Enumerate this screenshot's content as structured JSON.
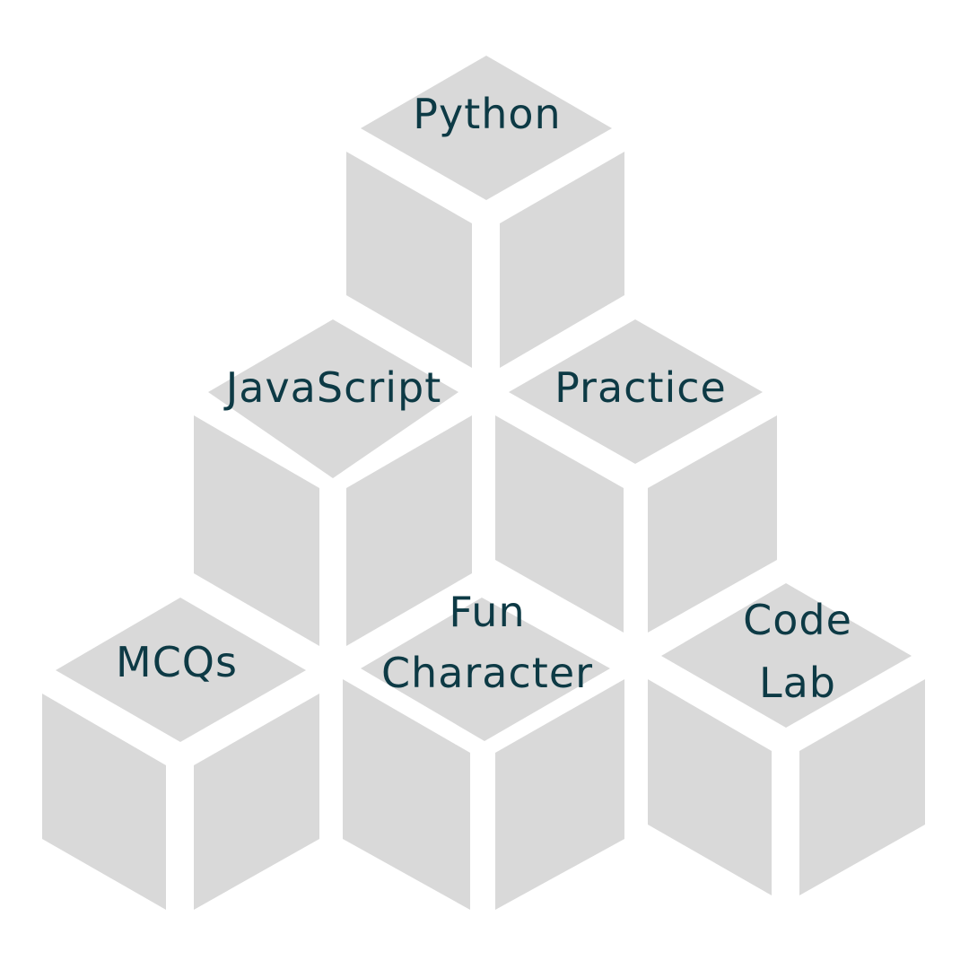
{
  "colors": {
    "background": "#ffffff",
    "face": "#d9d9d9",
    "label": "#0d3a45"
  },
  "cubes": [
    {
      "id": "python",
      "lines": [
        "Python"
      ]
    },
    {
      "id": "javascript",
      "lines": [
        "JavaScript"
      ]
    },
    {
      "id": "practice",
      "lines": [
        "Practice"
      ]
    },
    {
      "id": "mcqs",
      "lines": [
        "MCQs"
      ]
    },
    {
      "id": "fun-character",
      "lines": [
        "Fun",
        "Character"
      ]
    },
    {
      "id": "code-lab",
      "lines": [
        "Code",
        "Lab"
      ]
    }
  ]
}
